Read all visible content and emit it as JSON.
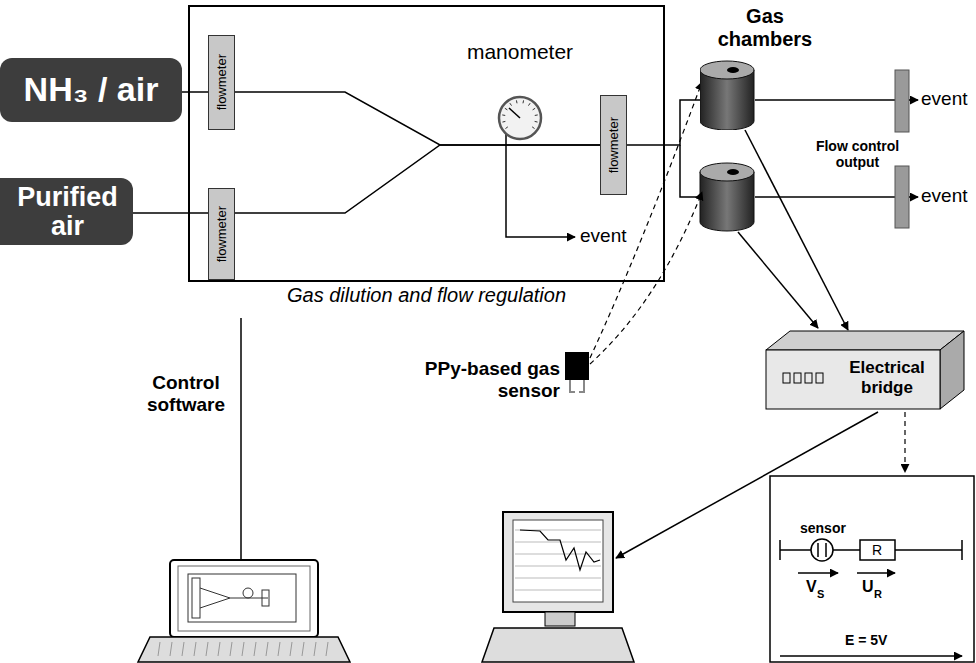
{
  "diagram": {
    "nodes": [
      {
        "text": [
          "NH₃ / air"
        ]
      },
      {
        "text": [
          "Purified air"
        ]
      },
      {
        "text": [
          "Gas dilution and flow regulation"
        ]
      },
      {
        "text": [
          "flowmeter"
        ],
        "in": 2
      },
      {
        "text": [
          "flowmeter"
        ],
        "in": 2
      },
      {
        "text": [
          "manometer"
        ],
        "in": 2
      },
      {
        "text": [
          "flowmeter"
        ],
        "in": 2
      },
      {
        "text": [
          "Gas chambers"
        ]
      },
      {
        "text": [
          "Electrical bridge"
        ]
      }
    ],
    "edges": [
      {
        "from": 0,
        "to": 3,
        "arrow": "none"
      },
      {
        "from": 1,
        "to": 4,
        "arrow": "none"
      },
      {
        "from": 3,
        "to": 6,
        "arrow": "none"
      },
      {
        "from": 4,
        "to": 6,
        "arrow": "none"
      },
      {
        "from": 6,
        "to": 7,
        "arrow": "none"
      },
      {
        "from": 7,
        "to": 8,
        "arrow": "to"
      }
    ],
    "labels": [
      "event",
      "event",
      "event",
      "Flow control output",
      "PPy-based gas sensor",
      "Control software",
      "sensor",
      "R",
      "V",
      "S",
      "U",
      "R",
      "E = 5V"
    ]
  }
}
